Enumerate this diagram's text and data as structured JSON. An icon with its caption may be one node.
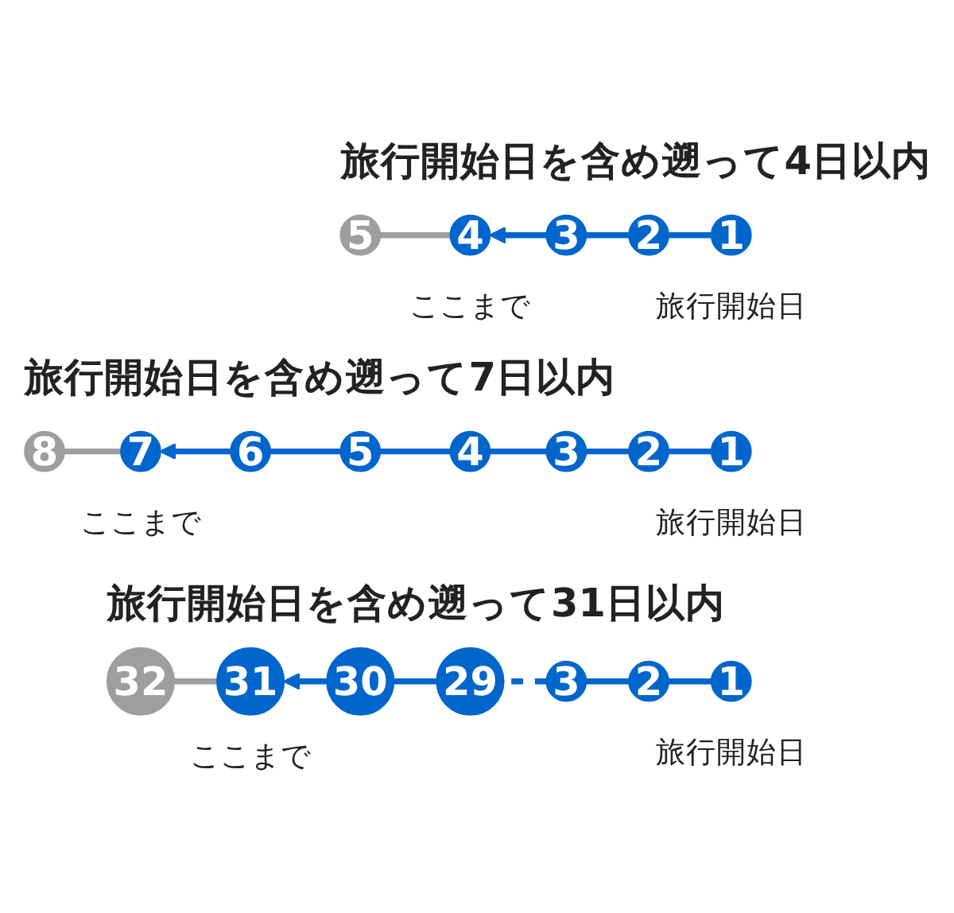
{
  "diagram": {
    "nodes": [
      {
        "text": [
          "5"
        ]
      },
      {
        "text": [
          "4"
        ],
        "beside": [
          "ここまで"
        ]
      },
      {
        "text": [
          "3"
        ]
      },
      {
        "text": [
          "2"
        ]
      },
      {
        "text": [
          "1"
        ],
        "beside": [
          "旅行開始日"
        ]
      },
      {
        "text": [
          "8"
        ]
      },
      {
        "text": [
          "7"
        ],
        "beside": [
          "ここまで"
        ]
      },
      {
        "text": [
          "6"
        ]
      },
      {
        "text": [
          "5"
        ]
      },
      {
        "text": [
          "4"
        ]
      },
      {
        "text": [
          "3"
        ]
      },
      {
        "text": [
          "2"
        ]
      },
      {
        "text": [
          "1"
        ],
        "beside": [
          "旅行開始日"
        ]
      },
      {
        "text": [
          "32"
        ]
      },
      {
        "text": [
          "31"
        ],
        "beside": [
          "ここまで"
        ]
      },
      {
        "text": [
          "30"
        ]
      },
      {
        "text": [
          "29"
        ]
      },
      {
        "text": [
          "3"
        ]
      },
      {
        "text": [
          "2"
        ]
      },
      {
        "text": [
          "1"
        ],
        "beside": [
          "旅行開始日"
        ]
      }
    ],
    "edges": [
      {
        "from": 4,
        "to": 3,
        "arrow": "none"
      },
      {
        "from": 3,
        "to": 2,
        "arrow": "none"
      },
      {
        "from": 2,
        "to": 1,
        "arrow": "to"
      },
      {
        "from": 1,
        "to": 0,
        "arrow": "none",
        "color": "#9e9e9e"
      },
      {
        "from": 12,
        "to": 11,
        "arrow": "none"
      },
      {
        "from": 11,
        "to": 10,
        "arrow": "none"
      },
      {
        "from": 10,
        "to": 9,
        "arrow": "none"
      },
      {
        "from": 9,
        "to": 8,
        "arrow": "none"
      },
      {
        "from": 8,
        "to": 7,
        "arrow": "none"
      },
      {
        "from": 7,
        "to": 6,
        "arrow": "to"
      },
      {
        "from": 6,
        "to": 5,
        "arrow": "none",
        "color": "#9e9e9e"
      },
      {
        "from": 19,
        "to": 18,
        "arrow": "none"
      },
      {
        "from": 18,
        "to": 17,
        "arrow": "none"
      },
      {
        "from": 17,
        "to": 16,
        "arrow": "none",
        "style": "dashed"
      },
      {
        "from": 16,
        "to": 15,
        "arrow": "none"
      },
      {
        "from": 15,
        "to": 14,
        "arrow": "to"
      },
      {
        "from": 14,
        "to": 13,
        "arrow": "none",
        "color": "#9e9e9e"
      }
    ],
    "labels": [
      "旅行開始日を含め遡って4日以内",
      "旅行開始日を含め遡って7日以内",
      "旅行開始日を含め遡って31日以内"
    ]
  }
}
